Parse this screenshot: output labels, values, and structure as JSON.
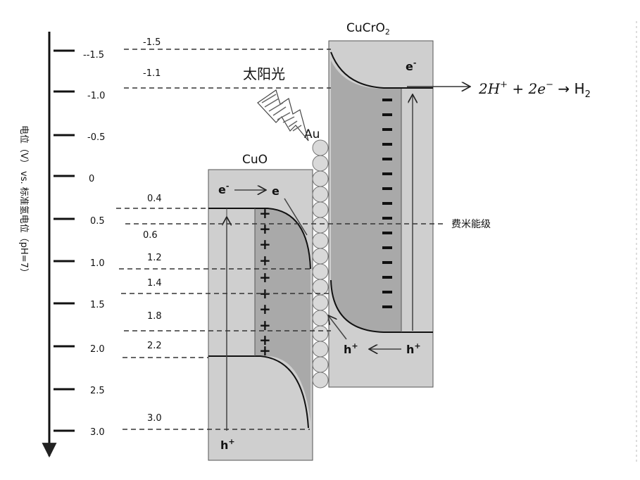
{
  "axis": {
    "title": "电位（V） vs. 标准氢电位（pH=7）",
    "ticks": [
      "--1.5",
      "-1.0",
      "-0.5",
      "0",
      "0.5",
      "1.0",
      "1.5",
      "2.0",
      "2.5",
      "3.0"
    ]
  },
  "level_labels": [
    "-1.5",
    "-1.1",
    "0.4",
    "0.6",
    "1.2",
    "1.4",
    "1.8",
    "2.2",
    "3.0"
  ],
  "labels": {
    "sunlight": "太阳光",
    "au": "Au",
    "cuo": "CuO",
    "cucro2_main": "CuCrO",
    "cucro2_sub": "2",
    "fermi": "费米能级",
    "electron": "e",
    "electron_sup": "-",
    "hole": "h",
    "hole_sup": "+",
    "plus": "+"
  },
  "equation": {
    "part1": "2H",
    "sup1": "+",
    "part2": " + 2e",
    "sup2": "−",
    "arrow": " → ",
    "product": "H",
    "product_sub": "2"
  },
  "colors": {
    "cuo_fill": "#cfcfcf",
    "cucro2_fill": "#cfcfcf",
    "depletion_fill": "#a9a9a9",
    "au_fill": "#d9d9d9",
    "line": "#222222"
  }
}
